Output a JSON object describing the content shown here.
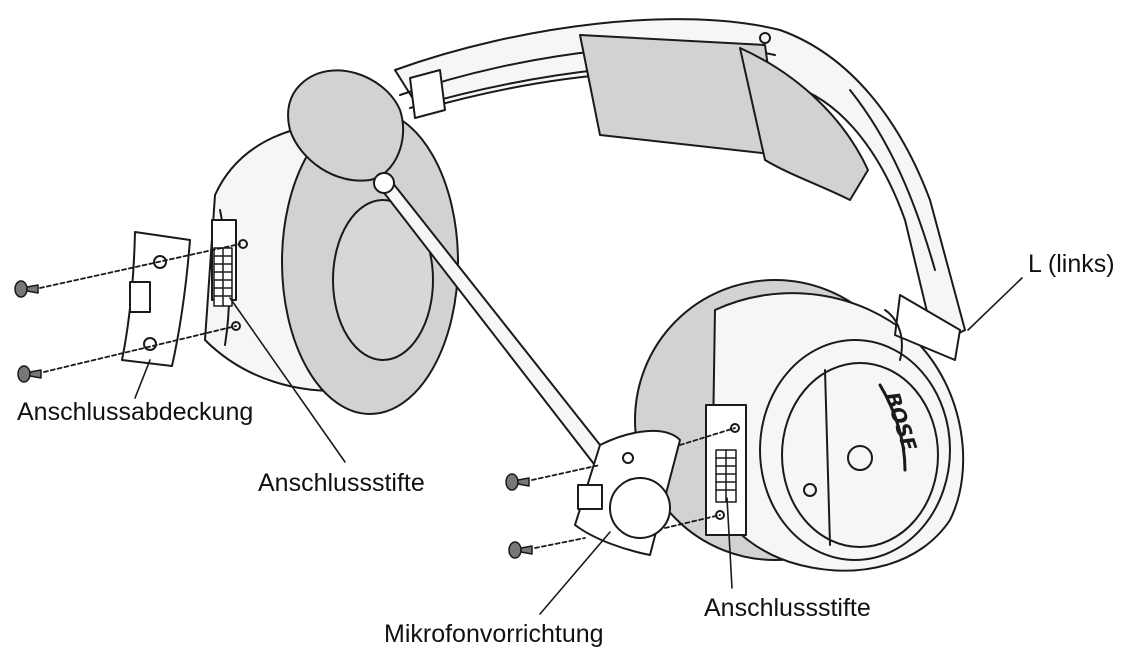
{
  "diagram": {
    "labels": {
      "left_side": "L (links)",
      "port_cover": "Anschlussabdeckung",
      "connector_pins_left": "Anschlussstifte",
      "connector_pins_right": "Anschlussstifte",
      "mic_assembly": "Mikrofonvorrichtung"
    },
    "brand_logo": "BOSE",
    "colors": {
      "line": "#1a1a1a",
      "cushion_fill": "#d2d2d2",
      "body_fill": "#f6f6f6",
      "background": "#ffffff"
    }
  }
}
